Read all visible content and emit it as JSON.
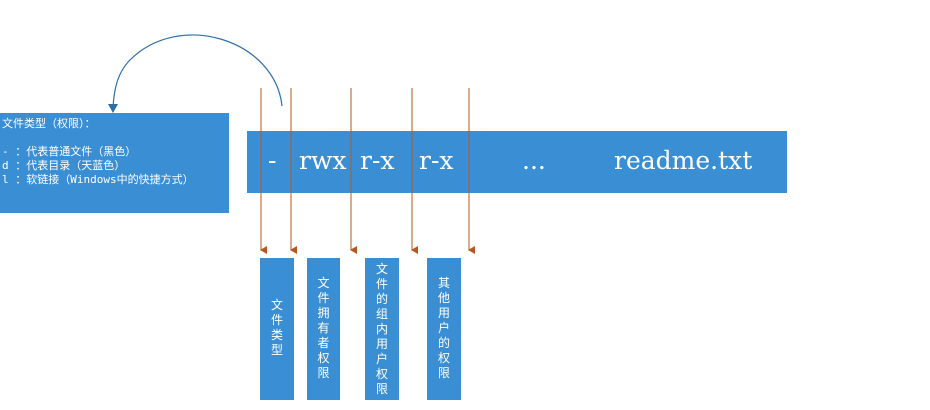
{
  "legend": {
    "title": "文件类型（权限）：",
    "lines": [
      "- ：代表普通文件（黑色）",
      "d ：代表目录（天蓝色）",
      "l ：软链接（Windows中的快捷方式）"
    ]
  },
  "permission_bar": {
    "type_char": "-",
    "owner": "rwx",
    "group": "r-x",
    "other": "r-x",
    "ellipsis": "...",
    "filename": "readme.txt"
  },
  "labels": {
    "file_type": "文件类型",
    "owner": "文件拥有者权限",
    "group": "文件的组内用户权限",
    "other": "其他用户的权限"
  },
  "colors": {
    "box_blue": "#3a8fd4",
    "arrow_orange": "#b5581f",
    "curve_blue": "#2f6fa7"
  }
}
